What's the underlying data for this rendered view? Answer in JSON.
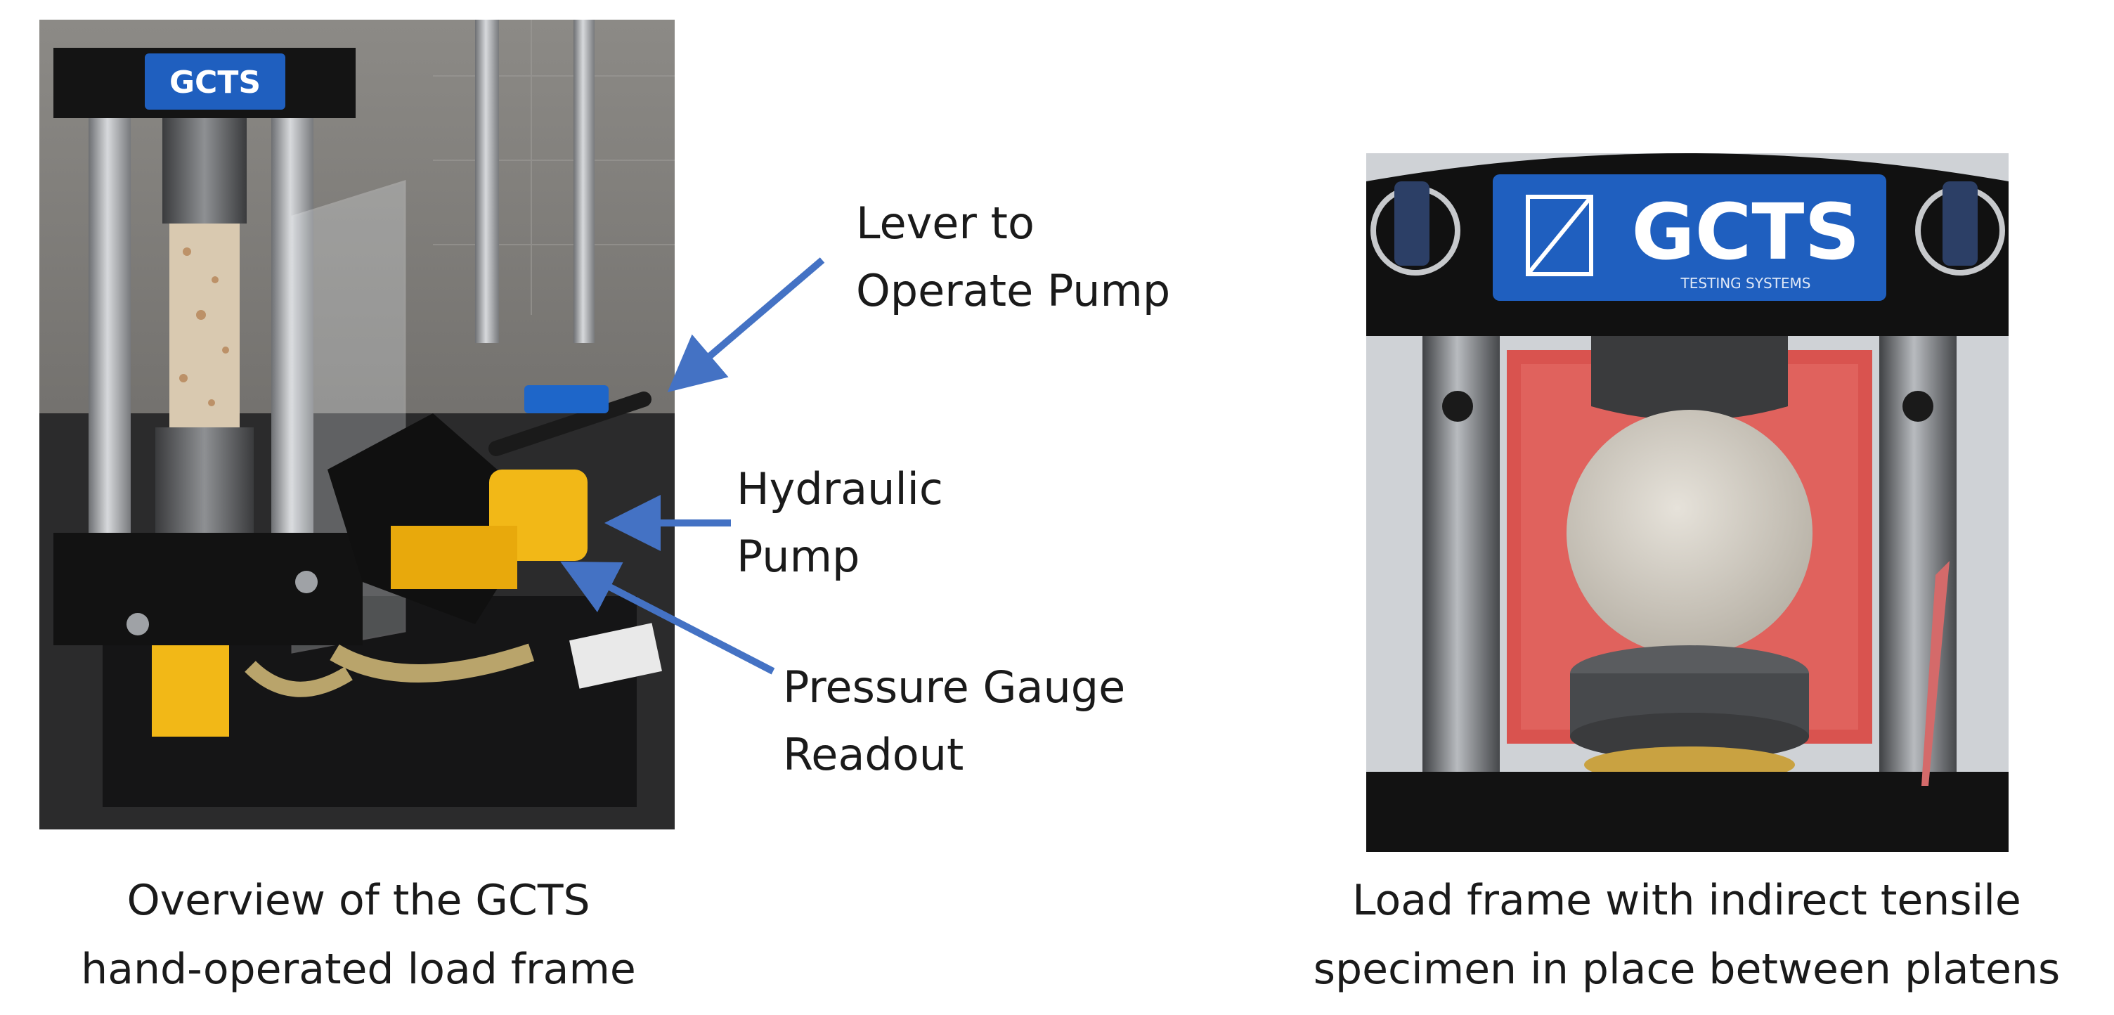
{
  "callouts": {
    "lever": [
      "Lever to",
      "Operate Pump"
    ],
    "pump": [
      "Hydraulic",
      "Pump"
    ],
    "gauge": [
      "Pressure Gauge",
      "Readout"
    ]
  },
  "captions": {
    "left": [
      "Overview of the GCTS",
      "hand-operated load frame"
    ],
    "right": [
      "Load frame with indirect tensile",
      "specimen in place between platens"
    ]
  },
  "logos": {
    "brand": "GCTS",
    "tagline": "TESTING SYSTEMS"
  },
  "colors": {
    "arrow": "#4472C4",
    "brand_blue": "#1f5fbf",
    "pump_yellow": "#f2b817",
    "platen_red": "#d9534f"
  }
}
